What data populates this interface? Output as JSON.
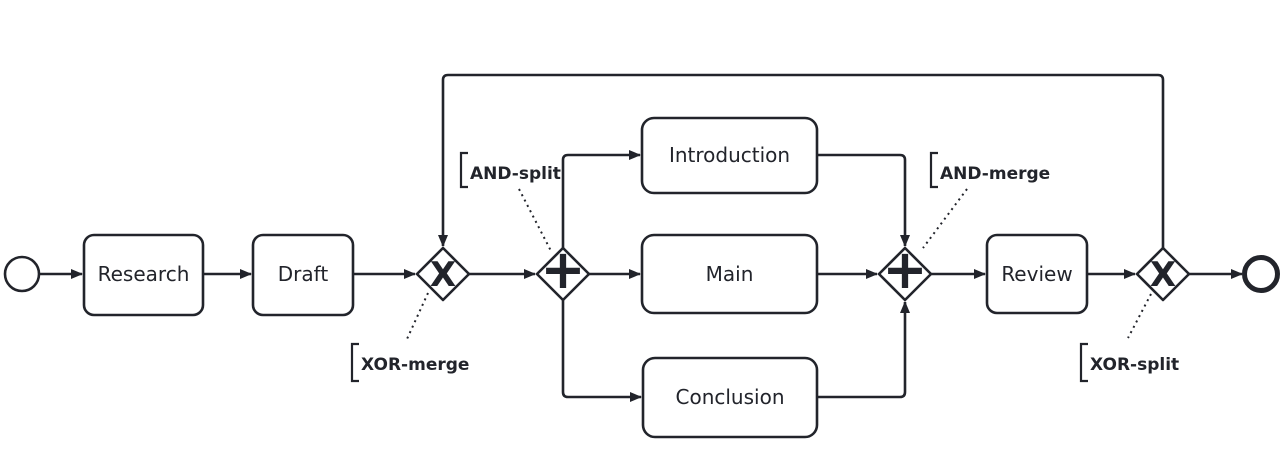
{
  "diagram": {
    "type": "bpmn-process",
    "colors": {
      "stroke": "#22242b",
      "shape_fill": "#ffffff",
      "background": "#ffffff"
    },
    "events": {
      "start": {
        "name": "start-event"
      },
      "end": {
        "name": "end-event"
      }
    },
    "tasks": {
      "research": "Research",
      "draft": "Draft",
      "introduction": "Introduction",
      "main": "Main",
      "conclusion": "Conclusion",
      "review": "Review"
    },
    "gateways": {
      "xor_merge": {
        "symbol": "X",
        "label": "XOR-merge"
      },
      "and_split": {
        "symbol": "+",
        "label": "AND-split"
      },
      "and_merge": {
        "symbol": "+",
        "label": "AND-merge"
      },
      "xor_split": {
        "symbol": "X",
        "label": "XOR-split"
      }
    }
  }
}
